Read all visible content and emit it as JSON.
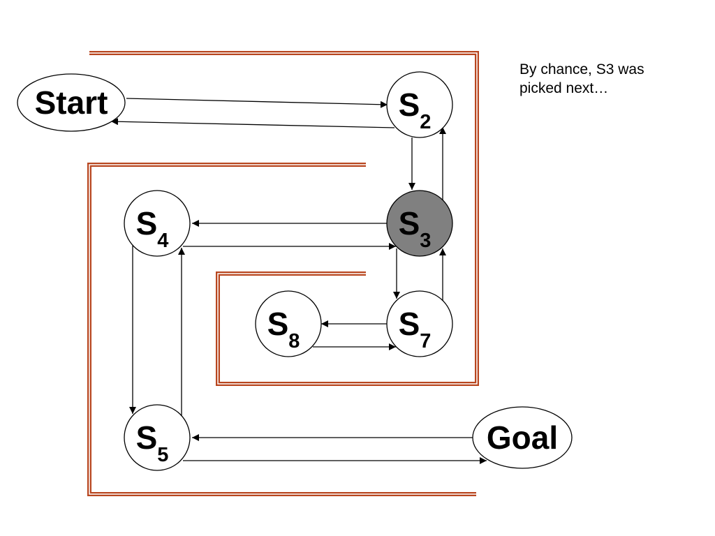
{
  "caption": {
    "line1": "By chance, S3 was",
    "line2": "picked next…"
  },
  "nodes": {
    "start": {
      "label": "Start",
      "sub": ""
    },
    "s2": {
      "label": "S",
      "sub": "2"
    },
    "s3": {
      "label": "S",
      "sub": "3",
      "highlighted": true
    },
    "s4": {
      "label": "S",
      "sub": "4"
    },
    "s5": {
      "label": "S",
      "sub": "5"
    },
    "s7": {
      "label": "S",
      "sub": "7"
    },
    "s8": {
      "label": "S",
      "sub": "8"
    },
    "goal": {
      "label": "Goal",
      "sub": ""
    }
  },
  "edges": [
    {
      "from": "Start",
      "to": "S2"
    },
    {
      "from": "S2",
      "to": "Start"
    },
    {
      "from": "S2",
      "to": "S3"
    },
    {
      "from": "S3",
      "to": "S2"
    },
    {
      "from": "S3",
      "to": "S4"
    },
    {
      "from": "S4",
      "to": "S3"
    },
    {
      "from": "S3",
      "to": "S7"
    },
    {
      "from": "S7",
      "to": "S3"
    },
    {
      "from": "S7",
      "to": "S8"
    },
    {
      "from": "S8",
      "to": "S7"
    },
    {
      "from": "S4",
      "to": "S5"
    },
    {
      "from": "S5",
      "to": "S4"
    },
    {
      "from": "Goal",
      "to": "S5"
    },
    {
      "from": "S5",
      "to": "Goal"
    }
  ],
  "colors": {
    "wall": "#b8461f",
    "highlight_fill": "#808080",
    "node_fill": "#ffffff",
    "edge": "#000000"
  }
}
